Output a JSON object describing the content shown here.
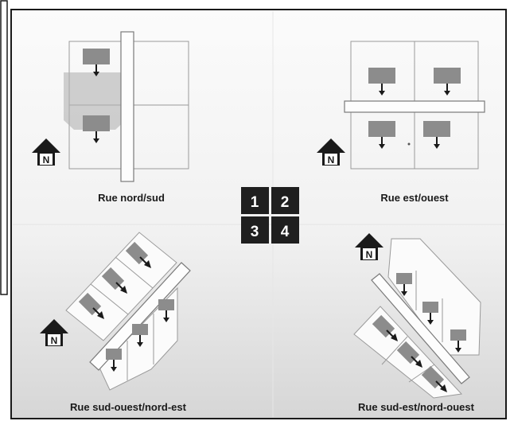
{
  "captions": {
    "q1": "Rue nord/sud",
    "q2": "Rue est/ouest",
    "q3": "Rue sud-ouest/nord-est",
    "q4": "Rue sud-est/nord-ouest"
  },
  "quadrant_numbers": [
    "1",
    "2",
    "3",
    "4"
  ],
  "north_label": "N",
  "colors": {
    "background": "#f2f2f2",
    "lines": "#6e6e6e",
    "house": "#8c8c8c",
    "key_box": "#1f1f1f",
    "key_text": "#ffffff",
    "text": "#1a1a1a"
  }
}
